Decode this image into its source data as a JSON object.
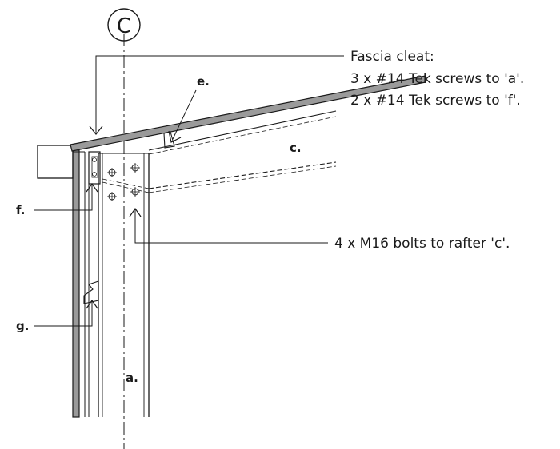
{
  "grid_marker": {
    "label": "C"
  },
  "callouts": {
    "fascia_cleat": {
      "lines": [
        "Fascia cleat:",
        "3 x #14 Tek screws to 'a'.",
        "2 x #14 Tek screws to 'f'."
      ]
    },
    "bolts": {
      "text": "4 x M16 bolts to rafter 'c'."
    }
  },
  "member_tags": {
    "a": "a.",
    "c": "c.",
    "e": "e.",
    "f": "f.",
    "g": "g."
  },
  "colors": {
    "line": "#1a1a1a",
    "fascia_fill": "#9a9a9a",
    "background": "#ffffff"
  }
}
